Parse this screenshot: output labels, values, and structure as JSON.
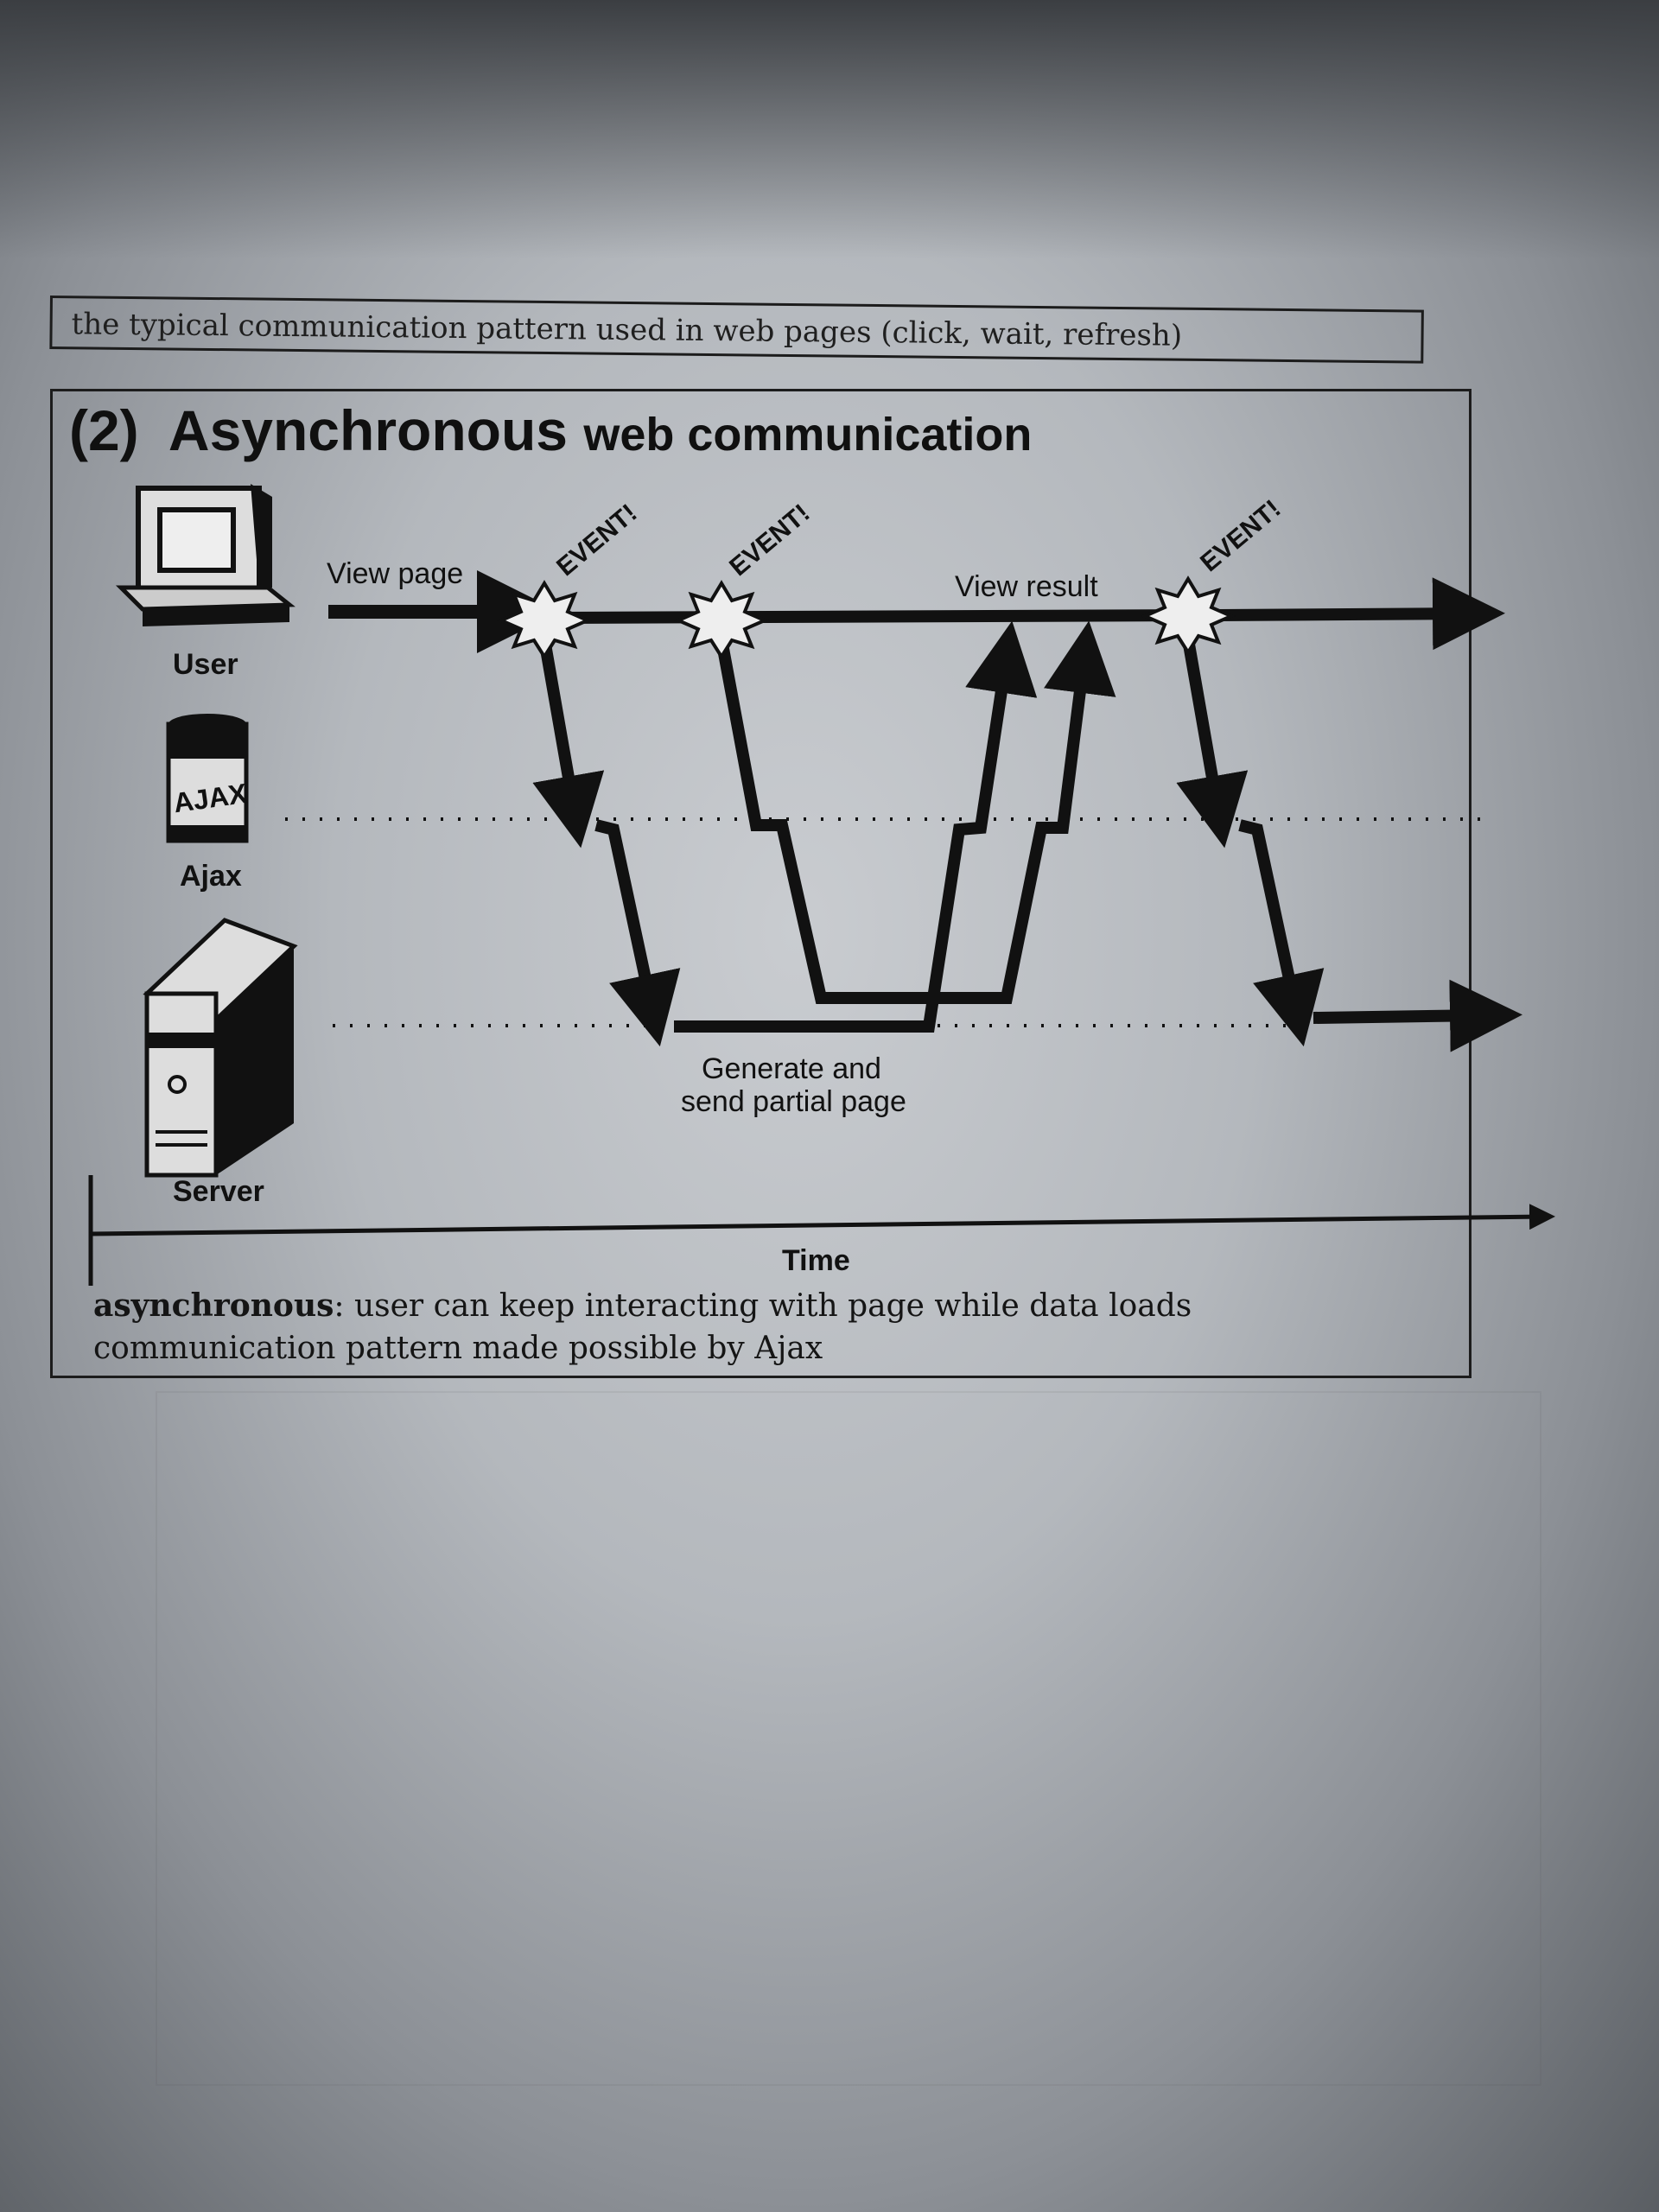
{
  "caption": "the typical communication pattern used in web pages (click, wait, refresh)",
  "title": {
    "number": "(2)",
    "main": "Asynchronous",
    "rest": "web communication"
  },
  "actors": {
    "user": "User",
    "ajax": "Ajax",
    "server": "Server",
    "ajax_can_text": "AJAX"
  },
  "labels": {
    "view_page": "View page",
    "view_result": "View result",
    "generate": "Generate and",
    "send_partial": "send partial page",
    "time": "Time"
  },
  "events": [
    "EVENT!",
    "EVENT!",
    "EVENT!"
  ],
  "footer": {
    "term": "asynchronous",
    "definition": ": user can keep interacting with page while data loads",
    "line2": "communication pattern made possible by Ajax"
  },
  "icons": {
    "user": "computer-icon",
    "ajax": "ajax-can-icon",
    "server": "server-tower-icon",
    "event": "starburst-icon"
  }
}
